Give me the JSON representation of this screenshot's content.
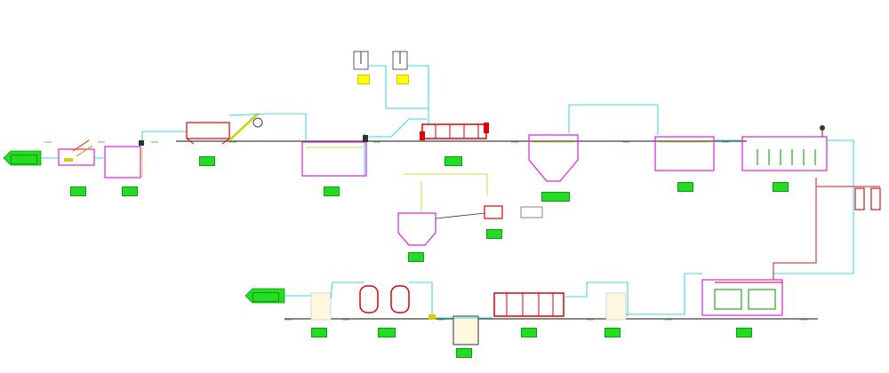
{
  "diagram": {
    "title": "",
    "legend": {
      "water_color": "#00c8e0",
      "sludge_color": "#d0d000",
      "air_color": "#d01818",
      "tank_color": "#e020e0",
      "equipment_color": "#e00000",
      "label_color": "#22dd22",
      "ground_color": "#404040"
    },
    "labels": [
      {
        "id": "inlet",
        "text": ""
      },
      {
        "id": "screen",
        "text": ""
      },
      {
        "id": "lift-well",
        "text": ""
      },
      {
        "id": "pretreat",
        "text": ""
      },
      {
        "id": "equalization",
        "text": ""
      },
      {
        "id": "reactor",
        "text": ""
      },
      {
        "id": "settler",
        "text": ""
      },
      {
        "id": "middle-tank",
        "text": ""
      },
      {
        "id": "bio-tank",
        "text": ""
      },
      {
        "id": "sludge-tank",
        "text": ""
      },
      {
        "id": "sludge-press",
        "text": ""
      },
      {
        "id": "outlet",
        "text": ""
      },
      {
        "id": "clean-water",
        "text": ""
      },
      {
        "id": "filters",
        "text": ""
      },
      {
        "id": "pump-well",
        "text": ""
      },
      {
        "id": "flotation",
        "text": ""
      },
      {
        "id": "buffer-tank",
        "text": ""
      },
      {
        "id": "membrane-tank",
        "text": ""
      },
      {
        "id": "dosing-1",
        "text": ""
      },
      {
        "id": "dosing-2",
        "text": ""
      }
    ]
  }
}
